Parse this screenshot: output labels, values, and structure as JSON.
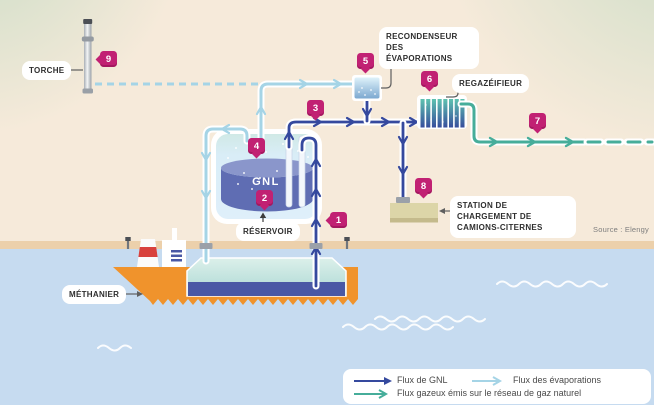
{
  "labels": {
    "torche": "TORCHE",
    "recondenseur": "RECONDENSEUR DES ÉVAPORATIONS",
    "regazeifieur": "REGAZÉIFIEUR",
    "station_chargement": "STATION DE CHARGEMENT DE CAMIONS-CITERNES",
    "reservoir": "RÉSERVOIR",
    "methanier": "MÉTHANIER",
    "gnl": "GNL"
  },
  "badges": [
    "1",
    "2",
    "3",
    "4",
    "5",
    "6",
    "7",
    "8",
    "9"
  ],
  "legend": {
    "items": [
      {
        "label": "Flux de GNL",
        "color": "#35499e"
      },
      {
        "label": "Flux des évaporations",
        "color": "#a5d4e6"
      },
      {
        "label": "Flux gazeux émis sur le réseau de gaz naturel",
        "color": "#46ad9a"
      }
    ]
  },
  "source": "Source : Elengy",
  "colors": {
    "flux_gnl": "#35499e",
    "flux_evaporations": "#a5d4e6",
    "flux_gaz_naturel": "#46ad9a",
    "badge": "#c12173",
    "land": "#f6eada",
    "sea": "#c6dbf0",
    "dock": "#ecd0ab",
    "ship_hull": "#f0932c",
    "station": "#dcd5a8"
  }
}
